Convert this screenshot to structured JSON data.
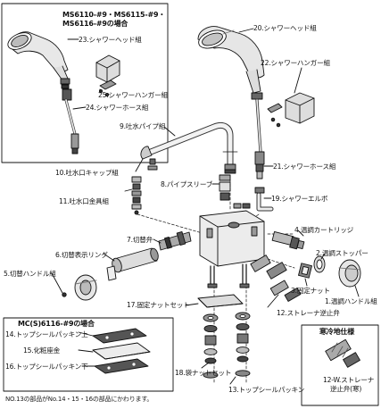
{
  "inset_box": {
    "header_line1": "MS6110-#9・MS6115-#9・",
    "header_line2": "MS6116-#9の場合",
    "labels": {
      "shower_head_23": "23.シャワーヘッド組",
      "hanger_25": "25.シャワーハンガー組",
      "hose_24": "24.シャワーホース組"
    }
  },
  "labels": {
    "shower_head_20": "20.シャワーヘッド組",
    "hanger_22": "22.シャワーハンガー組",
    "spout_pipe_9": "9.吐水パイプ組",
    "spout_cap_10": "10.吐水口キャップ組",
    "shower_hose_21": "21.シャワーホース組",
    "pipe_sleeve_8": "8.パイプスリーブ",
    "spout_fitting_11": "11.吐水口金具組",
    "shower_elbow_19": "19.シャワーエルボ",
    "cartridge_4": "4.温調カートリッジ",
    "switch_valve_7": "7.切替弁",
    "temp_stopper_2": "2.温調ストッパー",
    "switch_ring_6": "6.切替表示リング",
    "switch_handle_5": "5.切替ハンドル組",
    "fixing_nut_3": "3.固定ナット",
    "temp_handle_1": "1.温調ハンドル組",
    "strainer_12": "12.ストレーナ逆止弁",
    "fixing_nut_set_17": "17.固定ナットセット",
    "bag_nut_set_18": "18.袋ナットセット",
    "top_seal_13": "13.トップシールパッキン"
  },
  "mc_box": {
    "header": "MC(S)6116-#9の場合",
    "labels": {
      "top_seal_upper_14": "14.トップシールパッキン上",
      "decor_plate_15": "15.化粧座金",
      "top_seal_lower_16": "16.トップシールパッキン下"
    }
  },
  "cold_box": {
    "header": "寒冷地仕様",
    "label_line1": "12-W.ストレーナ",
    "label_line2": "逆止弁(寒)"
  },
  "footnote": "NO.13の部品がNo.14・15・16の部品にかわります。"
}
